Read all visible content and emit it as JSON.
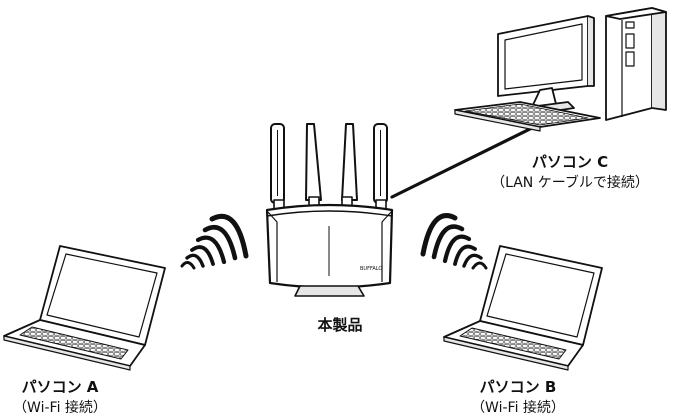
{
  "router": {
    "label": "本製品",
    "brand": "BUFFALO"
  },
  "pc_a": {
    "name": "パソコン A",
    "connection": "（Wi-Fi 接続）"
  },
  "pc_b": {
    "name": "パソコン B",
    "connection": "（Wi-Fi 接続）"
  },
  "pc_c": {
    "name": "パソコン C",
    "connection": "（LAN ケーブルで接続）"
  },
  "icons": [
    "router-icon",
    "laptop-icon",
    "desktop-pc-icon",
    "monitor-icon",
    "keyboard-icon",
    "wifi-waves-icon",
    "lan-cable-icon"
  ],
  "colors": {
    "stroke": "#111111",
    "fill": "#ffffff",
    "shade": "#e6e6e6"
  }
}
